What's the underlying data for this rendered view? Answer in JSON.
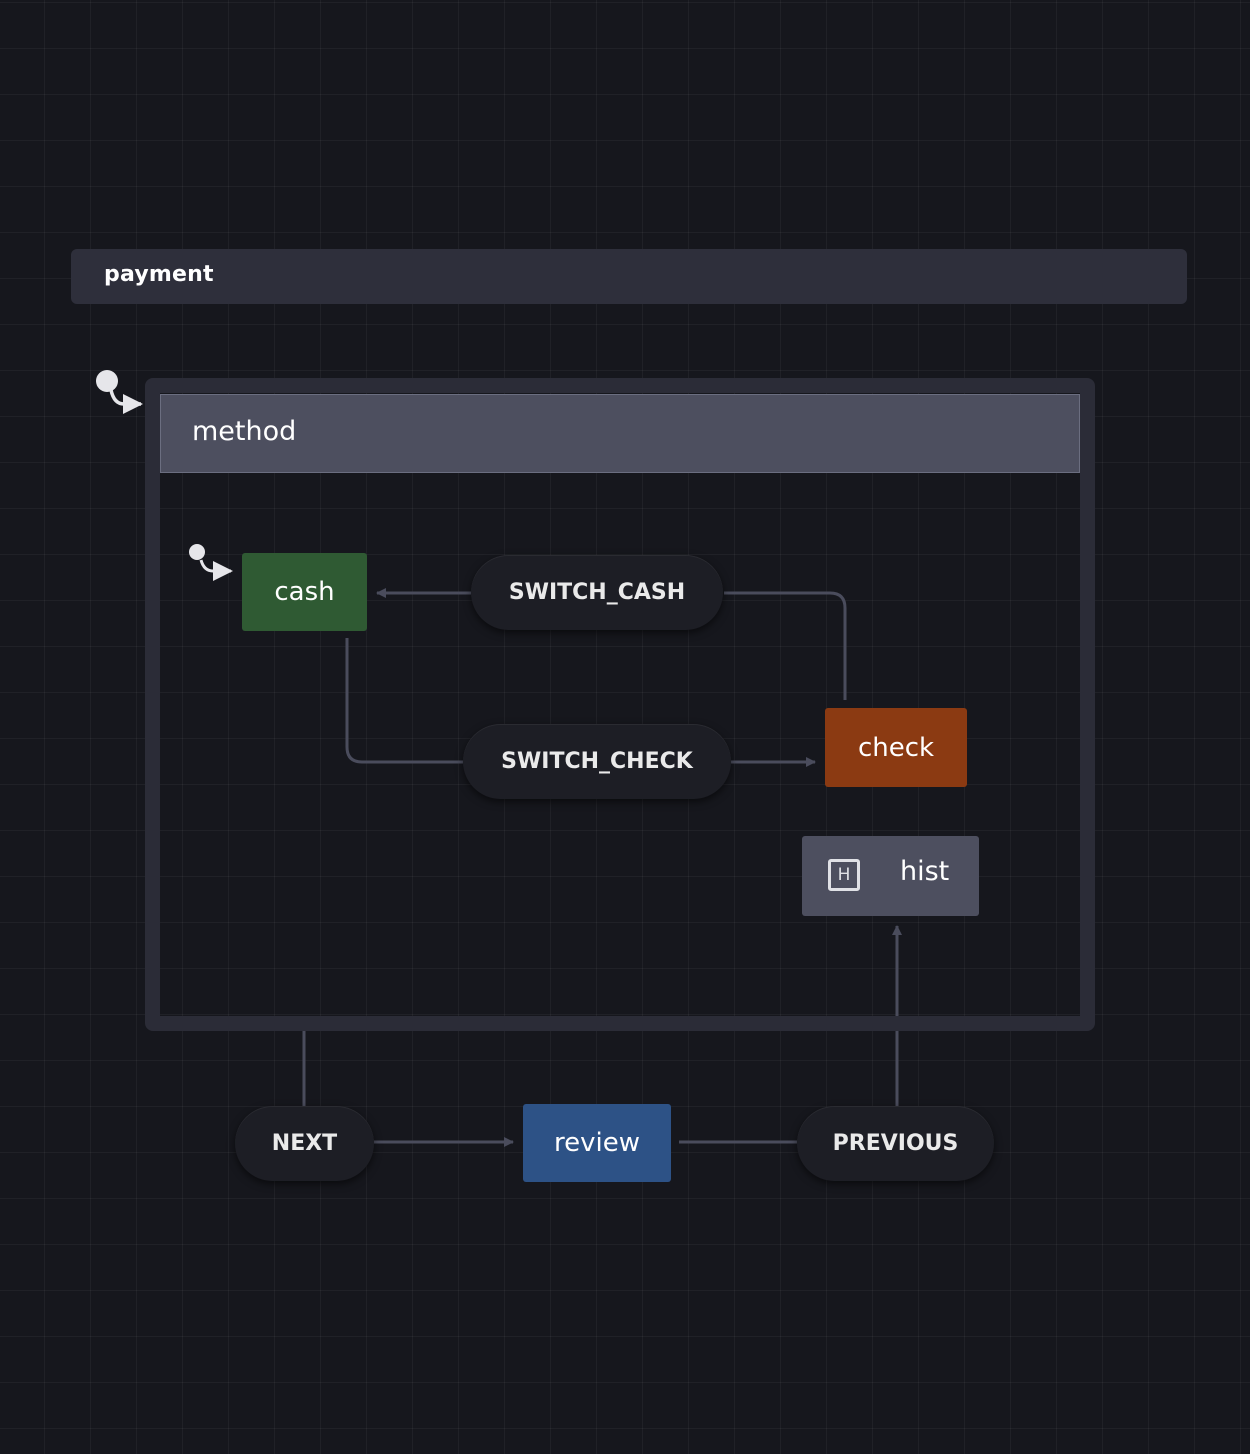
{
  "diagram": {
    "root": {
      "label": "payment"
    },
    "compound": {
      "label": "method"
    },
    "states": {
      "cash": "cash",
      "check": "check",
      "review": "review",
      "hist": {
        "badge": "H",
        "label": "hist"
      }
    },
    "events": {
      "switch_cash": "SWITCH_CASH",
      "switch_check": "SWITCH_CHECK",
      "next": "NEXT",
      "previous": "PREVIOUS"
    },
    "transitions": [
      {
        "from": "check",
        "event": "SWITCH_CASH",
        "to": "cash"
      },
      {
        "from": "cash",
        "event": "SWITCH_CHECK",
        "to": "check"
      },
      {
        "from": "method",
        "event": "NEXT",
        "to": "review"
      },
      {
        "from": "review",
        "event": "PREVIOUS",
        "to": "hist"
      }
    ],
    "initial_states": [
      "method",
      "cash"
    ],
    "colors": {
      "cash": "#2f5a33",
      "check": "#8b3a12",
      "review": "#2d5286",
      "hist": "#4d4f5f",
      "edge": "#4a4c5c"
    }
  }
}
